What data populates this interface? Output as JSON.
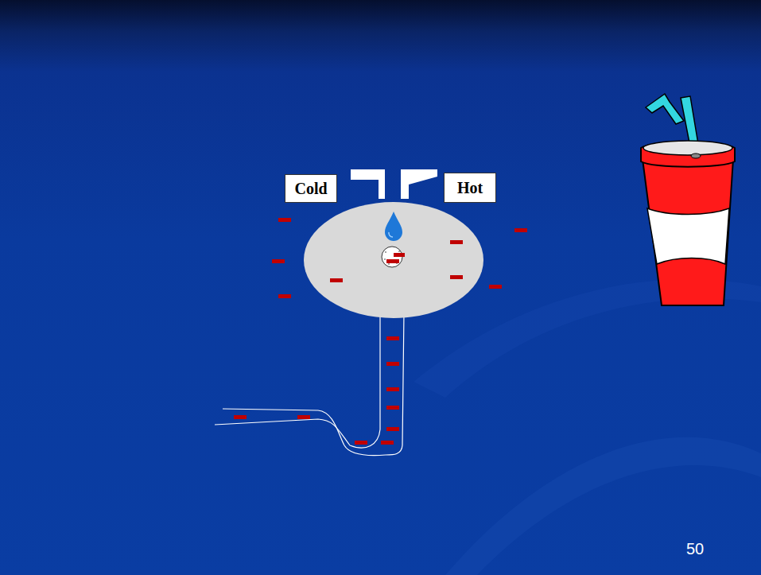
{
  "diagram": {
    "nodes": [
      {
        "text": [
          "Cold"
        ]
      },
      {
        "text": [
          "Hot"
        ]
      }
    ],
    "labels": [
      "50"
    ]
  }
}
